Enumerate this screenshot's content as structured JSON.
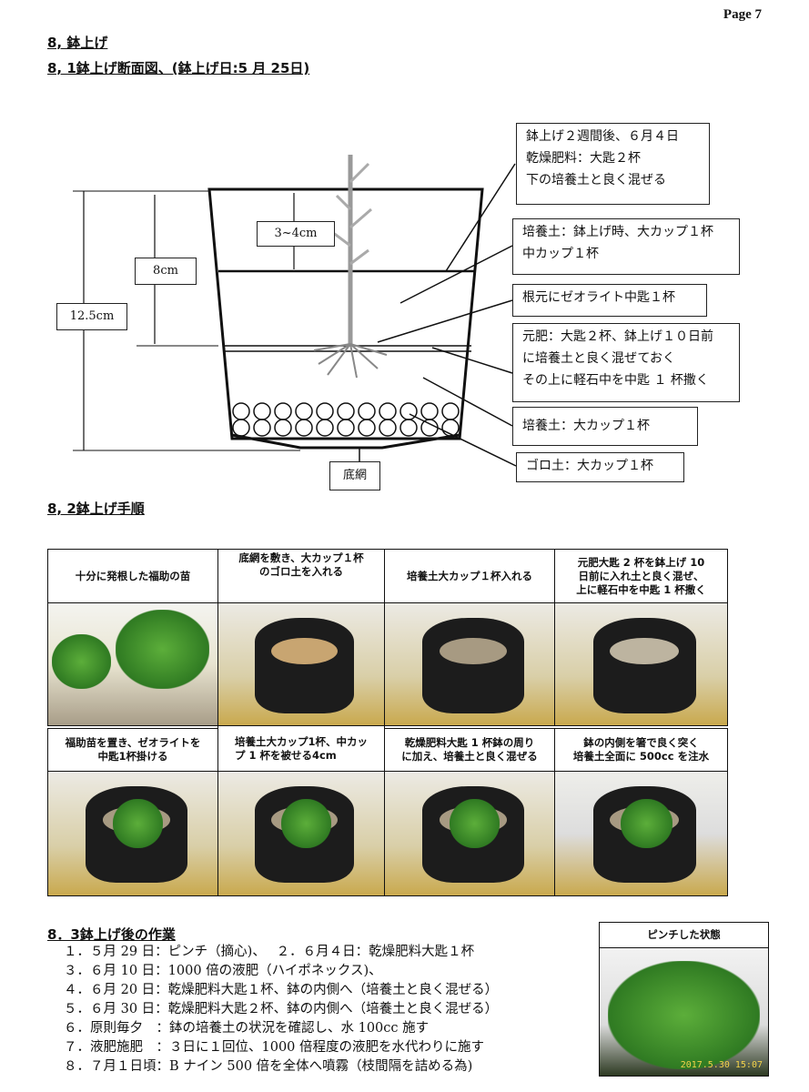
{
  "page_label": "Page 7",
  "section_title": "8, 鉢上げ",
  "sub1_title": "8, 1鉢上げ断面図、(鉢上げ日:5 月 25日)",
  "diagram": {
    "dims": {
      "d1": "3~4cm",
      "d2": "8cm",
      "d3": "12.5cm",
      "net": "底網"
    },
    "labels": [
      [
        "鉢上げ２週間後、６月４日",
        "乾燥肥料：大匙２杯",
        "下の培養土と良く混ぜる"
      ],
      [
        "培養土：鉢上げ時、大カップ１杯",
        "中カップ１杯"
      ],
      [
        "根元にゼオライト中匙１杯"
      ],
      [
        "元肥：大匙２杯、鉢上げ１０日前",
        "に培養土と良く混ぜておく",
        "その上に軽石中を中匙 １ 杯撒く"
      ],
      [
        "培養土：大カップ１杯"
      ],
      [
        "ゴロ土：大カップ１杯"
      ]
    ]
  },
  "sub2_title": "8, 2鉢上げ手順",
  "steps": [
    "十分に発根した福助の苗",
    "底網を敷き、大カップ１杯\nのゴロ土を入れる",
    "培養土大カップ１杯入れる",
    "元肥大匙 2 杯を鉢上げ 10\n日前に入れ土と良く混ぜ、\n上に軽石中を中匙 1 杯撒く",
    "福助苗を置き、ゼオライトを\n中匙1杯掛ける",
    "培養土大カップ1杯、中カッ\nプ 1 杯を被せる4cm",
    "乾燥肥料大匙 1 杯鉢の周り\nに加え、培養土と良く混ぜる",
    "鉢の内側を箸で良く突く\n培養土全面に 500cc を注水"
  ],
  "sub3_title": "8．3鉢上げ後の作業",
  "tasks": [
    "１．５月 29 日：ピンチ（摘心)、　 ２．６月４日：乾燥肥料大匙１杯",
    "３．６月 10 日：1000 倍の液肥（ハイポネックス)、",
    "４．６月 20 日：乾燥肥料大匙１杯、鉢の内側へ（培養土と良く混ぜる）",
    "５．６月 30 日：乾燥肥料大匙２杯、鉢の内側へ（培養土と良く混ぜる）",
    "６．原則毎夕　：鉢の培養土の状況を確認し、水 100cc 施す",
    "７．液肥施肥　：３日に１回位、1000 倍程度の液肥を水代わりに施す",
    "８．７月１日頃：B ナイン 500 倍を全体へ噴霧（枝間隔を詰める為)"
  ],
  "pinch_photo": {
    "caption": "ピンチした状態",
    "timestamp": "2017.5.30 15:07"
  }
}
